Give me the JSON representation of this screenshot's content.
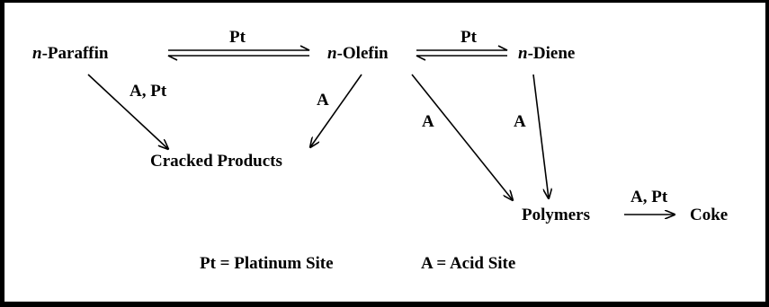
{
  "species": {
    "paraffin": {
      "prefix": "n",
      "name": "-Paraffin"
    },
    "olefin": {
      "prefix": "n",
      "name": "-Olefin"
    },
    "diene": {
      "prefix": "n",
      "name": "-Diene"
    },
    "cracked": "Cracked Products",
    "polymers": "Polymers",
    "coke": "Coke"
  },
  "reactions": {
    "paraffin_olefin": "Pt",
    "olefin_diene": "Pt",
    "paraffin_cracked": "A, Pt",
    "olefin_cracked": "A",
    "olefin_polymers": "A",
    "diene_polymers": "A",
    "polymers_coke": "A, Pt"
  },
  "legend": {
    "platinum": "Pt = Platinum Site",
    "acid": "A = Acid Site"
  }
}
